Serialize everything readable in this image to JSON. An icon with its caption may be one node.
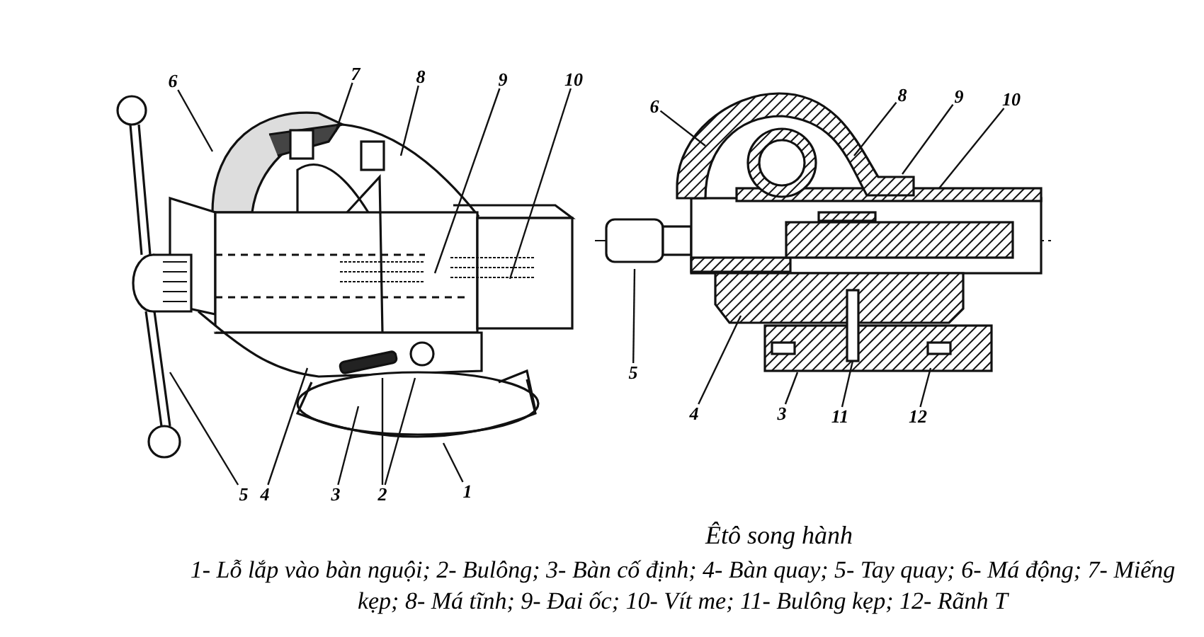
{
  "diagram": {
    "caption": "Êtô song hành",
    "nodes": [
      {
        "text": [
          "6"
        ]
      },
      {
        "text": [
          "7"
        ]
      },
      {
        "text": [
          "8"
        ]
      },
      {
        "text": [
          "9"
        ]
      },
      {
        "text": [
          "10"
        ]
      },
      {
        "text": [
          "6"
        ]
      },
      {
        "text": [
          "8"
        ]
      },
      {
        "text": [
          "9"
        ]
      },
      {
        "text": [
          "10"
        ]
      },
      {
        "text": [
          "5"
        ]
      },
      {
        "text": [
          "5"
        ]
      },
      {
        "text": [
          "4"
        ]
      },
      {
        "text": [
          "3"
        ]
      },
      {
        "text": [
          "2"
        ]
      },
      {
        "text": [
          "1"
        ]
      },
      {
        "text": [
          "4"
        ]
      },
      {
        "text": [
          "3"
        ]
      },
      {
        "text": [
          "11"
        ]
      },
      {
        "text": [
          "12"
        ]
      }
    ],
    "edges": [
      {
        "from": 0,
        "to": null,
        "arrow": "none"
      },
      {
        "from": 1,
        "to": null,
        "arrow": "none"
      },
      {
        "from": 2,
        "to": null,
        "arrow": "none"
      },
      {
        "from": 3,
        "to": null,
        "arrow": "none"
      },
      {
        "from": 4,
        "to": null,
        "arrow": "none"
      },
      {
        "from": 5,
        "to": null,
        "arrow": "none"
      },
      {
        "from": 6,
        "to": null,
        "arrow": "none"
      },
      {
        "from": 7,
        "to": null,
        "arrow": "none"
      },
      {
        "from": 8,
        "to": null,
        "arrow": "none"
      },
      {
        "from": 9,
        "to": null,
        "arrow": "none"
      },
      {
        "from": 10,
        "to": null,
        "arrow": "none"
      },
      {
        "from": 11,
        "to": null,
        "arrow": "none"
      },
      {
        "from": 12,
        "to": null,
        "arrow": "none"
      },
      {
        "from": 13,
        "to": null,
        "arrow": "none"
      },
      {
        "from": 13,
        "to": null,
        "arrow": "none"
      },
      {
        "from": 14,
        "to": null,
        "arrow": "none"
      },
      {
        "from": 15,
        "to": null,
        "arrow": "none"
      },
      {
        "from": 16,
        "to": null,
        "arrow": "none"
      },
      {
        "from": 17,
        "to": null,
        "arrow": "none"
      },
      {
        "from": 18,
        "to": null,
        "arrow": "none"
      }
    ],
    "labels": [
      "1- Lỗ lắp vào bàn nguội; 2- Bulông; 3- Bàn cố định; 4- Bàn quay; 5- Tay quay; 6- Má động; 7- Miếng kẹp; 8- Má tĩnh; 9- Đai ốc; 10- Vít me; 11- Bulông kẹp; 12- Rãnh T"
    ]
  }
}
